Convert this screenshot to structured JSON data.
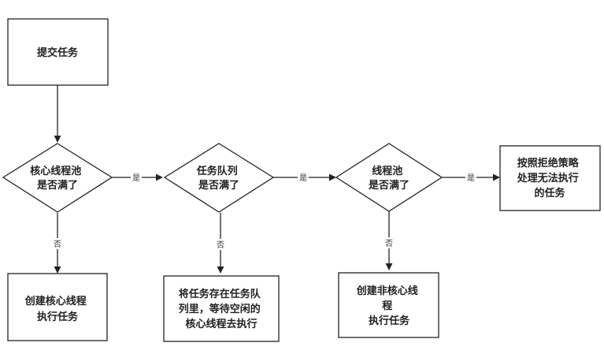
{
  "nodes": {
    "submit": {
      "lines": [
        "提交任务"
      ]
    },
    "core_full": {
      "lines": [
        "核心线程池",
        "是否满了"
      ]
    },
    "queue_full": {
      "lines": [
        "任务队列",
        "是否满了"
      ]
    },
    "pool_full": {
      "lines": [
        "线程池",
        "是否满了"
      ]
    },
    "reject": {
      "lines": [
        "按照拒绝策略",
        "处理无法执行",
        "的任务"
      ]
    },
    "create_core": {
      "lines": [
        "创建核心线程",
        "执行任务"
      ]
    },
    "enqueue": {
      "lines": [
        "将任务存在任务队",
        "列里，等待空闲的",
        "核心线程去执行"
      ]
    },
    "create_noncore": {
      "lines": [
        "创建非核心线",
        "程",
        "执行任务"
      ]
    }
  },
  "edges": {
    "yes": "是",
    "no": "否"
  }
}
